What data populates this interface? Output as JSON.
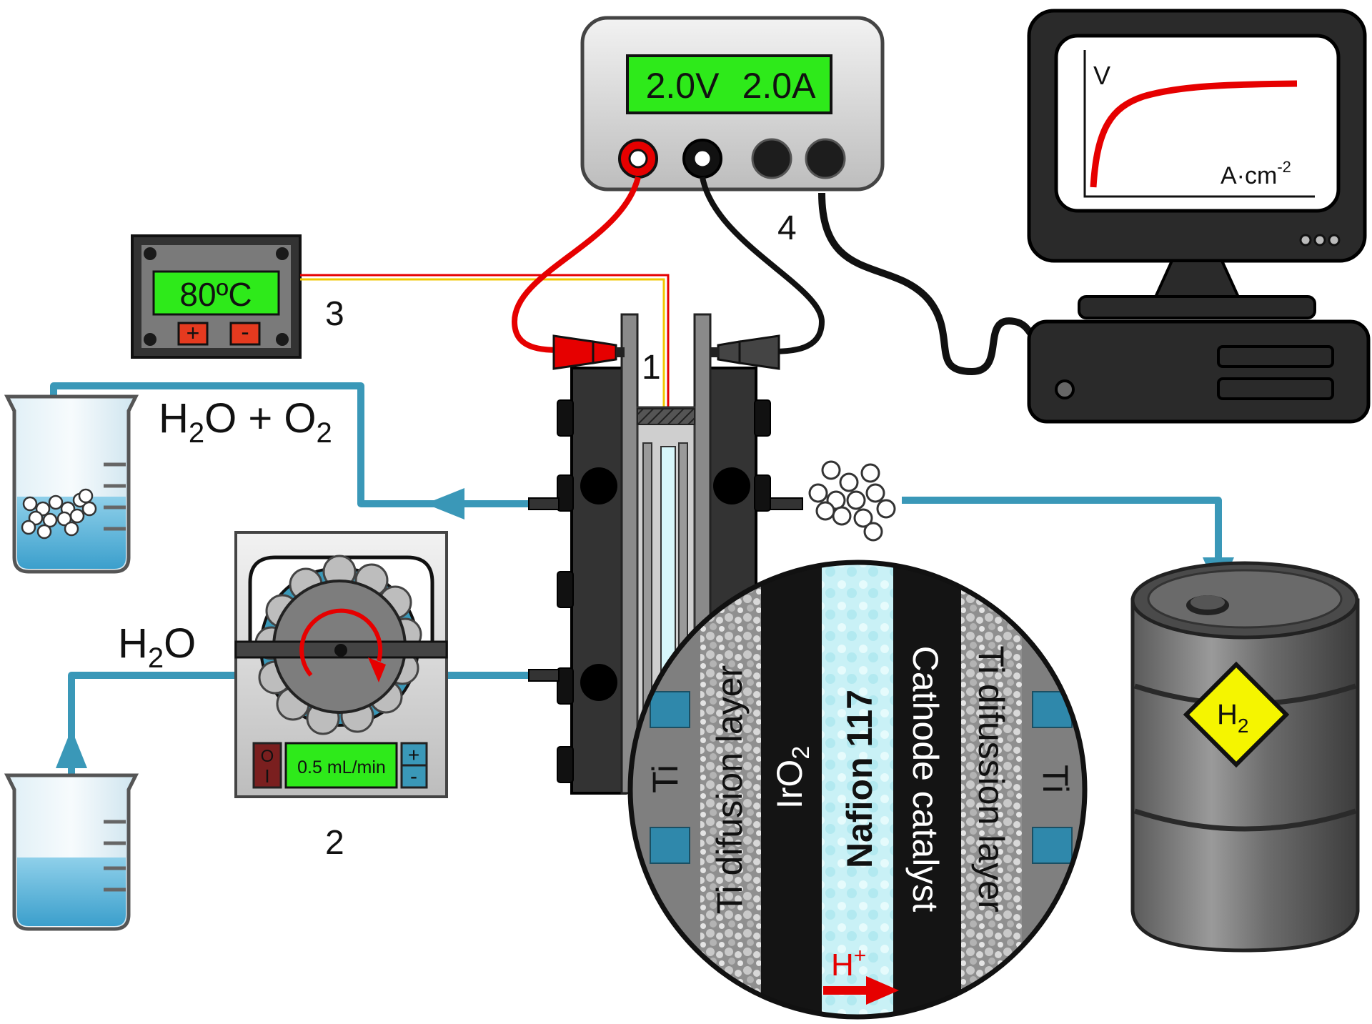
{
  "power_supply": {
    "voltage": "2.0V",
    "current": "2.0A",
    "number": "4"
  },
  "temperature_controller": {
    "display": "80ºC",
    "plus": "+",
    "minus": "-",
    "number": "3"
  },
  "cell": {
    "number": "1"
  },
  "pump": {
    "display": "0.5 mL/min",
    "plus": "+",
    "minus": "-",
    "power_on": "O",
    "power_off": "I",
    "number": "2"
  },
  "flows": {
    "outlet_main": "H",
    "outlet_sub": "2",
    "outlet_mid": "O + O",
    "outlet_sub2": "2",
    "inlet_main": "H",
    "inlet_sub": "2",
    "inlet_end": "O"
  },
  "monitor_plot": {
    "ylabel": "V",
    "xlabel": "A·cm",
    "xlabel_sup": "-2"
  },
  "zoom_layers": {
    "ti_left": "Ti",
    "ti_diffusion_left": "Ti difusion layer",
    "anode": "IrO",
    "anode_sub": "2",
    "membrane": "Nafion 117",
    "cathode": "Cathode catalyst",
    "ti_diffusion_right": "Ti difussion layer",
    "ti_right": "Ti",
    "proton": "H",
    "proton_sup": "+"
  },
  "tank": {
    "label": "H",
    "label_sub": "2"
  },
  "colors": {
    "tube": "#3a98b8",
    "lcd": "#2eea1a",
    "red_wire": "#e60000",
    "water": "#4fb3d8"
  }
}
